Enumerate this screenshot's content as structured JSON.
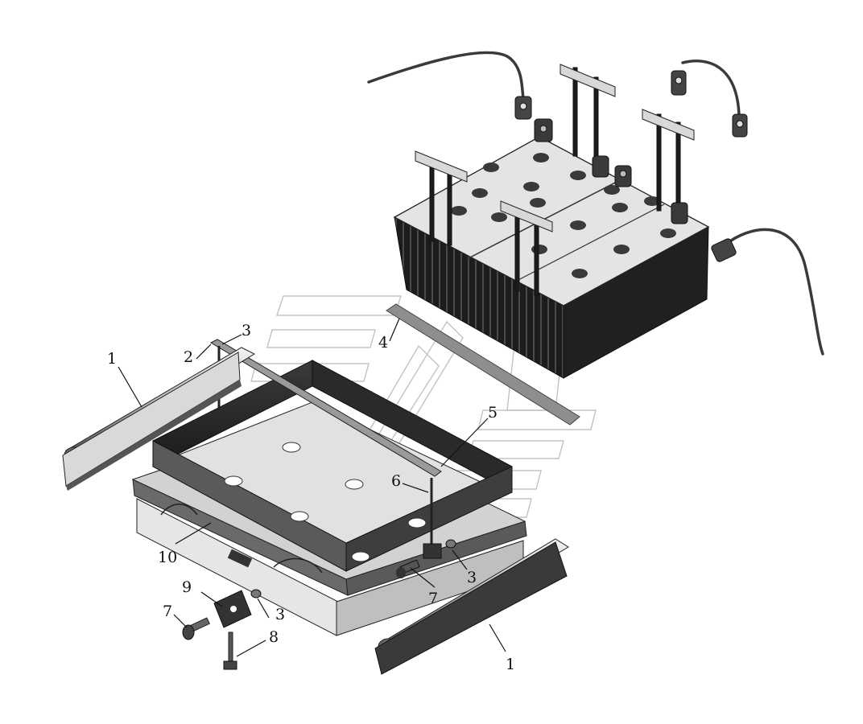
{
  "diagram": {
    "callouts": {
      "c1a": "1",
      "c1b": "1",
      "c2": "2",
      "c3a": "3",
      "c3b": "3",
      "c3c": "3",
      "c4": "4",
      "c5": "5",
      "c6": "6",
      "c7a": "7",
      "c7b": "7",
      "c8": "8",
      "c9": "9",
      "c10": "10"
    }
  }
}
